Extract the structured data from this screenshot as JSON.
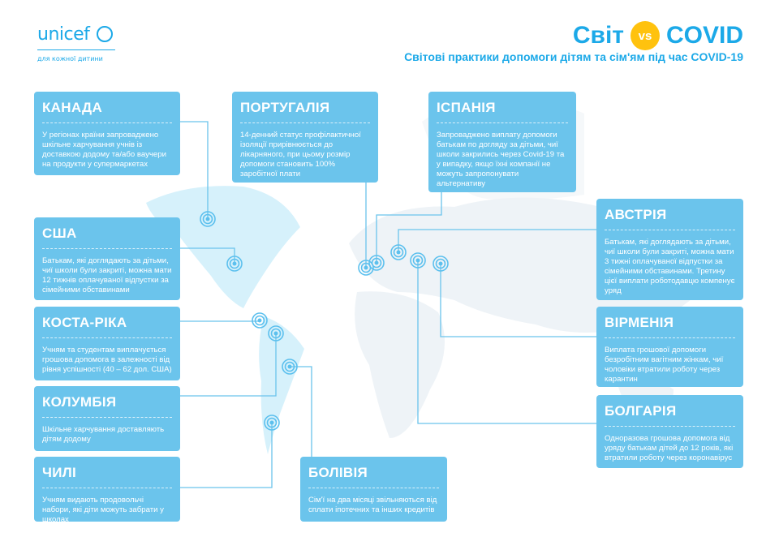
{
  "logo": {
    "brand": "unicef",
    "tagline": "для кожної дитини"
  },
  "header": {
    "title_left": "Світ",
    "title_vs": "vs",
    "title_right": "COVID",
    "subtitle": "Світові практики допомоги дітям та сім'ям під час COVID-19"
  },
  "countries": [
    {
      "name": "КАНАДА",
      "text": "У регіонах країни запроваджено шкільне харчування учнів із доставкою додому та/або ваучери на продукти у супермаркетах"
    },
    {
      "name": "ПОРТУГАЛІЯ",
      "text": "14-денний статус профілактичної ізоляції прирівнюється до лікарняного, при цьому розмір допомоги становить 100% заробітної плати"
    },
    {
      "name": "ІСПАНІЯ",
      "text": "Запроваджено виплату допомоги батькам по догляду за дітьми, чиї школи закрились через Covid-19 та у випадку, якщо їхні компанії  не можуть запропонувати альтернативу"
    },
    {
      "name": "США",
      "text": "Батькам, які доглядають за дітьми, чиї школи були закриті, можна мати 12 тижнів оплачуваної відпустки за сімейними обставинами"
    },
    {
      "name": "АВСТРІЯ",
      "text": "Батькам, які доглядають за дітьми, чиї школи були закриті, можна мати 3 тижні оплачуваної відпустки за сімейними обставинами. Третину цієї виплати роботодавцю компенує уряд"
    },
    {
      "name": "КОСТА-РІКА",
      "text": "Учням та студентам виплачується грошова допомога в залежності від рівня успішності (40 – 62 дол. США)"
    },
    {
      "name": "ВІРМЕНІЯ",
      "text": "Виплата грошової допомоги безробітним вагітним жінкам, чиї чоловіки втратили роботу через карантин"
    },
    {
      "name": "КОЛУМБІЯ",
      "text": "Шкільне харчування доставляють дітям додому"
    },
    {
      "name": "БОЛГАРІЯ",
      "text": "Одноразова грошова допомога від уряду батькам дітей до 12 років, які втратили роботу через коронавірус"
    },
    {
      "name": "ЧИЛІ",
      "text": "Учням видають продовольчі набори, які діти можуть забрати у школах"
    },
    {
      "name": "БОЛІВІЯ",
      "text": "Сім'ї на два місяці звільняються від сплати іпотечних та інших кредитів"
    }
  ],
  "colors": {
    "accent": "#1ca9e8",
    "box": "#6bc4ec",
    "vs": "#ffc20e",
    "land": "#eef3f7",
    "americas": "#d6f1fb"
  }
}
